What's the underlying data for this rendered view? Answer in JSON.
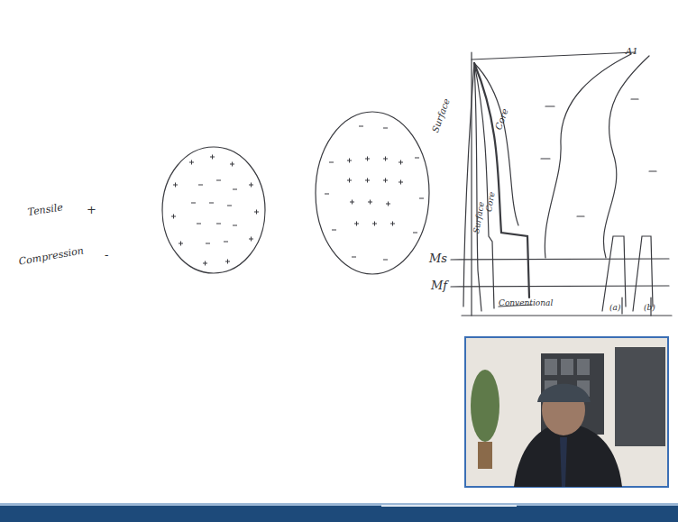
{
  "diagram": {
    "labels": [
      "Tensile",
      "+",
      "Compression",
      "-",
      "Surface",
      "Core",
      "Surface",
      "Core",
      "Ms",
      "Mf",
      "Conventional",
      "(a)",
      "(b)",
      "A1"
    ]
  }
}
